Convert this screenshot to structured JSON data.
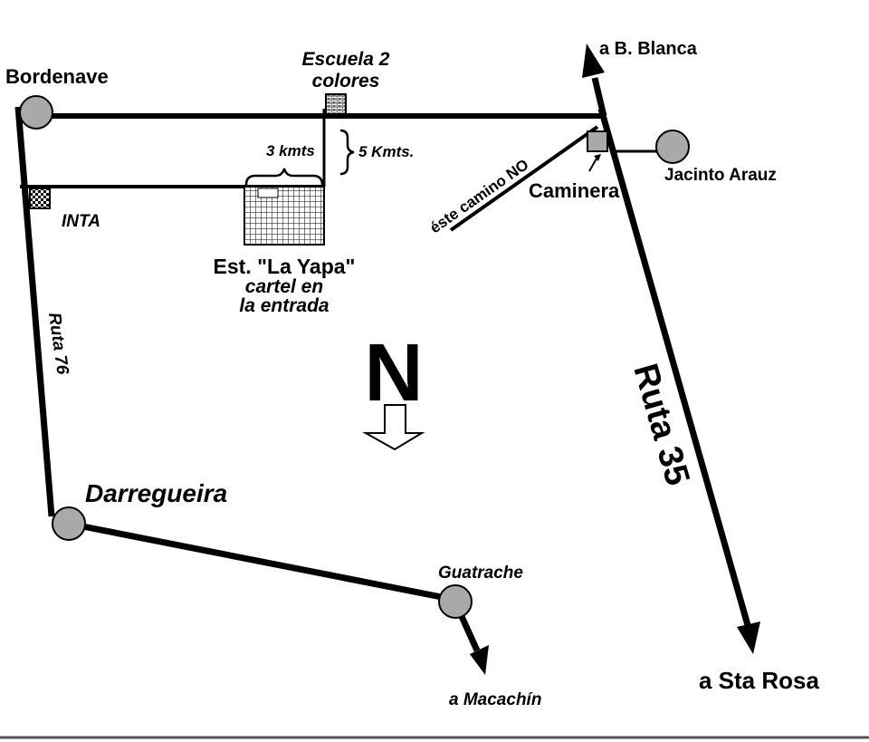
{
  "towns": {
    "bordenave": "Bordenave",
    "darregueira": "Darregueira",
    "guatrache": "Guatrache",
    "jacinto_arauz": "Jacinto Arauz"
  },
  "places": {
    "escuela_line1": "Escuela 2",
    "escuela_line2": "colores",
    "inta": "INTA",
    "caminera": "Caminera",
    "estancia_line1": "Est. \"La Yapa\"",
    "estancia_line2": "cartel en",
    "estancia_line3": "la entrada"
  },
  "distances": {
    "three": "3 kmts",
    "five": "5 Kmts."
  },
  "roads": {
    "ruta_76": "Ruta 76",
    "ruta_35": "Ruta 35",
    "este_camino": "éste camino NO"
  },
  "directions": {
    "b_blanca": "a B. Blanca",
    "sta_rosa": "a Sta Rosa",
    "macachin": "a Macachín"
  },
  "compass": {
    "letter": "N"
  },
  "colors": {
    "town_fill": "#a9a9a9",
    "ink": "#000000"
  }
}
